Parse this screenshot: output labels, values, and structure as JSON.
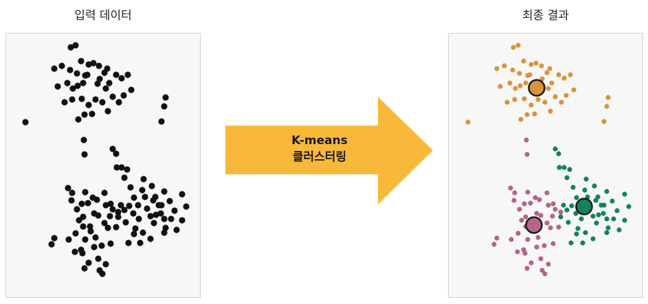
{
  "titles": {
    "left": "입력 데이터",
    "right": "최종 결과"
  },
  "arrow": {
    "line1": "K-means",
    "line2": "클러스터링",
    "color": "#f8b93b"
  },
  "colors": {
    "input_points": "#111111",
    "cluster_orange": "#d9933b",
    "cluster_pink": "#b5648a",
    "cluster_green": "#12835a",
    "centroid_stroke": "#1a1a1a"
  },
  "clusters": {
    "orange": {
      "points": [
        [
          94,
          20
        ],
        [
          101,
          17
        ],
        [
          70,
          51
        ],
        [
          81,
          47
        ],
        [
          93,
          53
        ],
        [
          103,
          58
        ],
        [
          109,
          40
        ],
        [
          120,
          45
        ],
        [
          118,
          60
        ],
        [
          127,
          43
        ],
        [
          135,
          47
        ],
        [
          143,
          57
        ],
        [
          147,
          51
        ],
        [
          160,
          60
        ],
        [
          168,
          65
        ],
        [
          177,
          60
        ],
        [
          75,
          77
        ],
        [
          89,
          72
        ],
        [
          97,
          80
        ],
        [
          104,
          76
        ],
        [
          112,
          72
        ],
        [
          115,
          61
        ],
        [
          136,
          66
        ],
        [
          133,
          73
        ],
        [
          145,
          80
        ],
        [
          150,
          72
        ],
        [
          155,
          92
        ],
        [
          164,
          100
        ],
        [
          171,
          90
        ],
        [
          182,
          82
        ],
        [
          85,
          100
        ],
        [
          96,
          96
        ],
        [
          110,
          95
        ],
        [
          120,
          104
        ],
        [
          130,
          96
        ],
        [
          140,
          100
        ],
        [
          148,
          113
        ],
        [
          105,
          125
        ],
        [
          114,
          118
        ],
        [
          125,
          117
        ],
        [
          232,
          93
        ],
        [
          230,
          106
        ],
        [
          226,
          128
        ],
        [
          28,
          129
        ]
      ],
      "centroid": [
        128,
        79
      ]
    },
    "pink": {
      "points": [
        [
          113,
          155
        ],
        [
          114,
          176
        ],
        [
          90,
          225
        ],
        [
          96,
          232
        ],
        [
          115,
          231
        ],
        [
          110,
          248
        ],
        [
          103,
          256
        ],
        [
          112,
          267
        ],
        [
          119,
          247
        ],
        [
          126,
          239
        ],
        [
          132,
          242
        ],
        [
          143,
          232
        ],
        [
          145,
          250
        ],
        [
          155,
          256
        ],
        [
          151,
          266
        ],
        [
          134,
          265
        ],
        [
          128,
          262
        ],
        [
          143,
          276
        ],
        [
          122,
          281
        ],
        [
          112,
          281
        ],
        [
          101,
          291
        ],
        [
          115,
          300
        ],
        [
          123,
          288
        ],
        [
          130,
          297
        ],
        [
          128,
          311
        ],
        [
          139,
          309
        ],
        [
          152,
          306
        ],
        [
          148,
          283
        ],
        [
          160,
          282
        ],
        [
          70,
          298
        ],
        [
          66,
          307
        ],
        [
          91,
          300
        ],
        [
          100,
          318
        ],
        [
          111,
          320
        ],
        [
          120,
          334
        ],
        [
          134,
          328
        ],
        [
          145,
          336
        ],
        [
          136,
          345
        ],
        [
          140,
          350
        ],
        [
          114,
          342
        ],
        [
          109,
          315
        ],
        [
          152,
          248
        ],
        [
          163,
          260
        ],
        [
          106,
          272
        ],
        [
          95,
          243
        ]
      ],
      "centroid": [
        124,
        279
      ]
    },
    "green": {
      "points": [
        [
          155,
          168
        ],
        [
          160,
          175
        ],
        [
          161,
          195
        ],
        [
          168,
          195
        ],
        [
          176,
          198
        ],
        [
          172,
          210
        ],
        [
          181,
          224
        ],
        [
          186,
          239
        ],
        [
          185,
          262
        ],
        [
          192,
          250
        ],
        [
          193,
          270
        ],
        [
          198,
          228
        ],
        [
          202,
          238
        ],
        [
          205,
          255
        ],
        [
          212,
          222
        ],
        [
          214,
          243
        ],
        [
          210,
          266
        ],
        [
          222,
          250
        ],
        [
          225,
          262
        ],
        [
          215,
          276
        ],
        [
          230,
          270
        ],
        [
          232,
          283
        ],
        [
          248,
          286
        ],
        [
          256,
          272
        ],
        [
          262,
          252
        ],
        [
          256,
          234
        ],
        [
          230,
          230
        ],
        [
          238,
          244
        ],
        [
          245,
          258
        ],
        [
          240,
          270
        ],
        [
          199,
          290
        ],
        [
          195,
          305
        ],
        [
          178,
          305
        ],
        [
          186,
          292
        ],
        [
          188,
          284
        ],
        [
          163,
          267
        ],
        [
          172,
          257
        ],
        [
          179,
          251
        ],
        [
          167,
          250
        ],
        [
          174,
          275
        ],
        [
          200,
          212
        ],
        [
          217,
          238
        ],
        [
          226,
          250
        ],
        [
          210,
          299
        ],
        [
          230,
          290
        ],
        [
          218,
          264
        ]
      ],
      "centroid": [
        197,
        252
      ]
    }
  }
}
